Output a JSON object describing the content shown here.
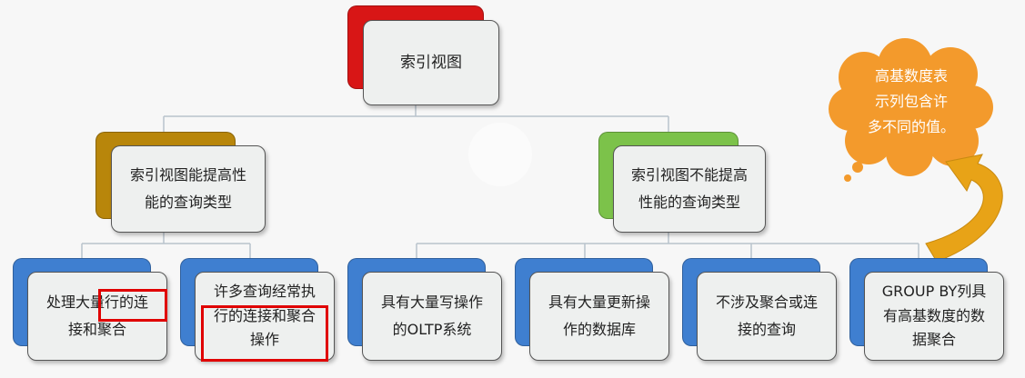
{
  "root": {
    "label": "索引视图"
  },
  "branches": [
    {
      "label": "索引视图能提高性能的查询类型",
      "line1": "索引视图能提高性",
      "line2": "能的查询类型"
    },
    {
      "label": "索引视图不能提高性能的查询类型",
      "line1": "索引视图不能提高",
      "line2": "性能的查询类型"
    }
  ],
  "leaves": [
    {
      "line1": "处理大量行的连",
      "line2": "接和聚合"
    },
    {
      "line1": "许多查询经常执",
      "line2": "行的连接和聚合",
      "line3": "操作"
    },
    {
      "line1": "具有大量写操作",
      "line2": "的OLTP系统"
    },
    {
      "line1": "具有大量更新操",
      "line2": "作的数据库"
    },
    {
      "line1": "不涉及聚合或连",
      "line2": "接的查询"
    },
    {
      "line1": "GROUP BY列具",
      "line2": "有高基数度的数",
      "line3": "据聚合"
    }
  ],
  "callout": {
    "line1": "高基数度表",
    "line2": "示列包含许",
    "line3": "多不同的值。"
  },
  "colors": {
    "root": "#d81616",
    "left_branch": "#b8860b",
    "right_branch": "#7cc24a",
    "leaf": "#3f7fd0",
    "highlight": "#e00000",
    "cloud": "#f39a2c",
    "arrow": "#e8a317"
  }
}
